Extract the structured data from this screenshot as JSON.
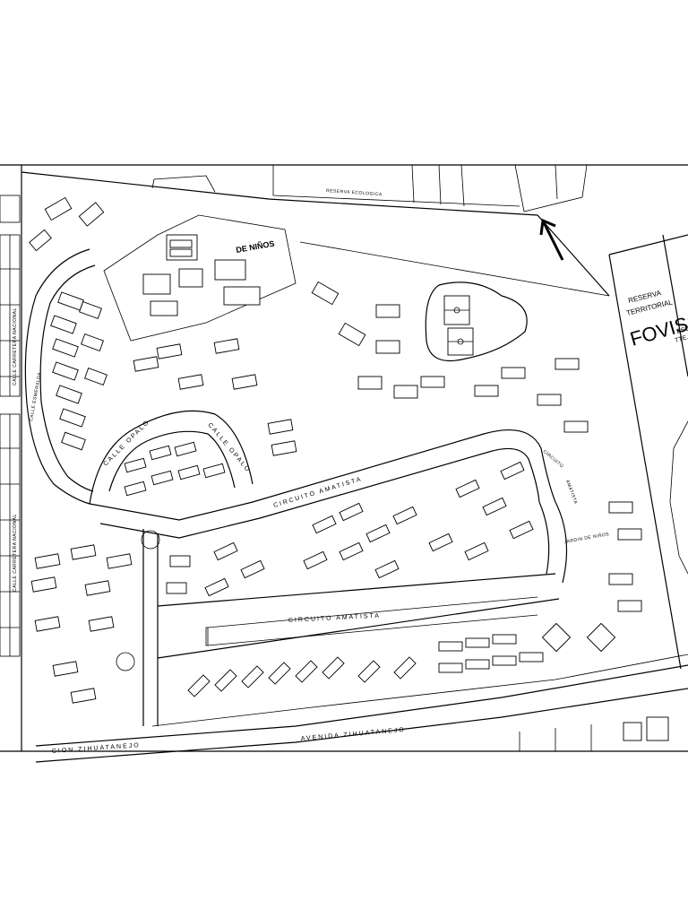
{
  "map": {
    "labels": {
      "reserva_ecologica": "RESERVA ECOLOGICA",
      "de_ninos": "DE NIÑOS",
      "reserva_territorial_1": "RESERVA",
      "reserva_territorial_2": "TERRITORIAL",
      "fovissste": "FOVISSST",
      "esc": "ESC",
      "tte": "TTE.",
      "calle_opalo_1": "CALLE OPALO",
      "calle_opalo_2": "CALLE OPALO",
      "circuito_amatista_1": "CIRCUITO AMATISTA",
      "circuito_amatista_2": "CIRCUITO AMATISTA",
      "circuito_right_1": "CIRCUITO",
      "circuito_right_2": "AMATISTA",
      "avenida_zhuatanejo": "AVENIDA ZIHUATANEJO",
      "prolongacion_zihuatanejo": "CION ZIHUATANEJO",
      "jardin_ninos": "JARDIN DE NIÑOS",
      "calle_esmeralda": "CALLE ESMERALDA",
      "calle_carretera_1": "CALLE CARRETERA NACIONAL",
      "calle_carretera_2": "CALLE CARRETERA NACIONAL"
    },
    "colors": {
      "background": "#ffffff",
      "ink": "#000000"
    },
    "icons": {
      "north_arrow": "arrow-icon"
    }
  }
}
